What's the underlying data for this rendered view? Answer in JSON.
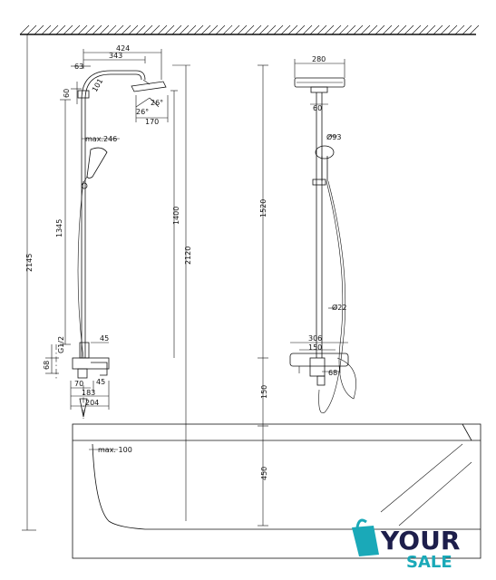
{
  "dimensions": {
    "d424": "424",
    "d343": "343",
    "d63": "63",
    "d101": "101",
    "d60a": "60",
    "d26a": "26°",
    "d26b": "26°",
    "d170": "170",
    "dmax246": "max.246",
    "d1345": "1345",
    "d1400": "1400",
    "d2120": "2120",
    "d2145": "2145",
    "dG12": "G1/2",
    "d45": "45",
    "d68a": "68",
    "d70": "70",
    "d45b": "45",
    "d183": "183",
    "d204": "204",
    "d280": "280",
    "d60b": "60",
    "d93": "Ø93",
    "d1520": "1520",
    "d22": "Ø22",
    "d306": "306",
    "d150a": "150",
    "d68b": "68",
    "d150b": "150",
    "d450": "450",
    "dmax100": "max. 100"
  },
  "logo": {
    "line1": "YOUR",
    "line2": "SALE",
    "colors": {
      "teal": "#1aa9b8",
      "navy": "#1d1e4b"
    }
  }
}
